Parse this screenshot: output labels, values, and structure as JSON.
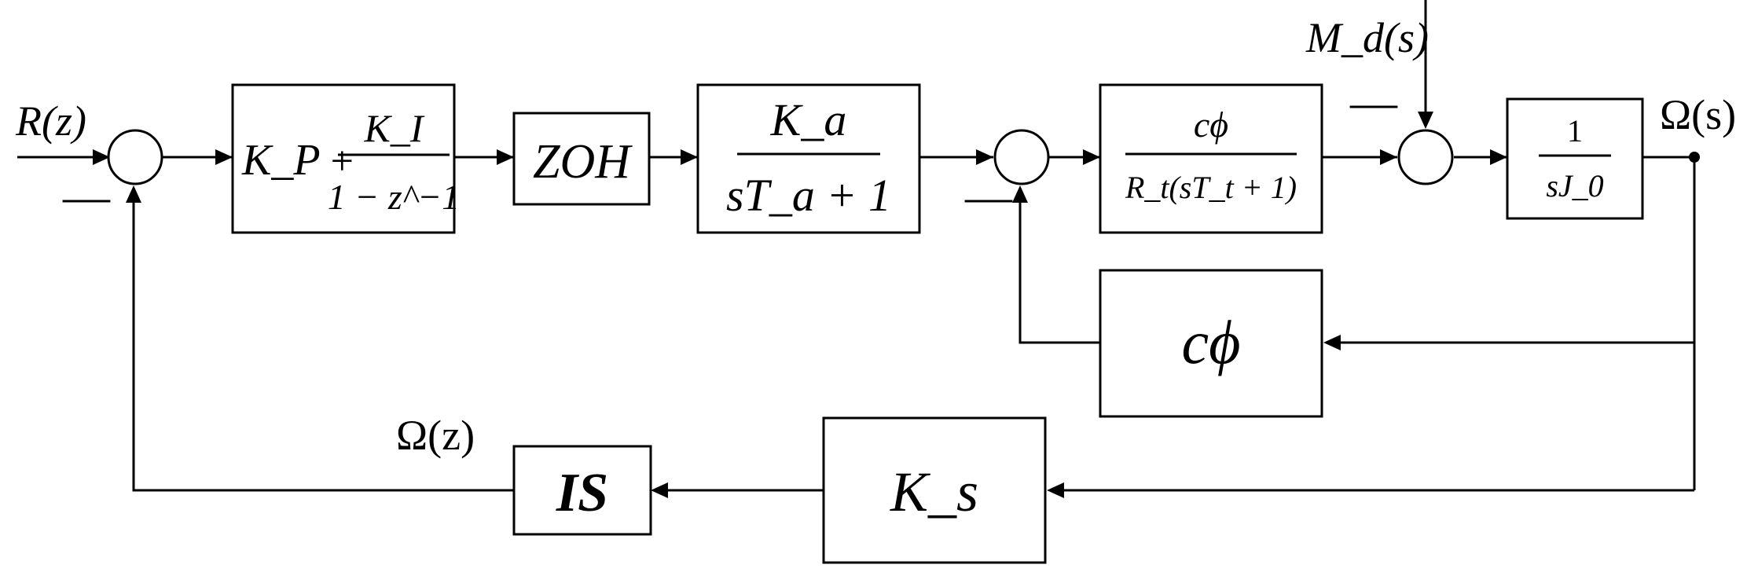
{
  "signals": {
    "input": "R(z)",
    "disturbance": "M_d(s)",
    "output": "Ω(s)",
    "sampled": "Ω(z)"
  },
  "blocks": {
    "pi": {
      "a": "K_P",
      "b": "K_I",
      "c": "1 − z^−1"
    },
    "zoh": {
      "label": "ZOH"
    },
    "amplifier": {
      "num": "K_a",
      "den": "sT_a + 1"
    },
    "motor": {
      "num": "cϕ",
      "den": "R_t(sT_t + 1)"
    },
    "inertia": {
      "num": "1",
      "den": "sJ_0"
    },
    "backemf": {
      "label": "cϕ"
    },
    "sensor": {
      "label": "K_s"
    },
    "is": {
      "label": "IS"
    }
  },
  "signs": {
    "minus": "—"
  }
}
